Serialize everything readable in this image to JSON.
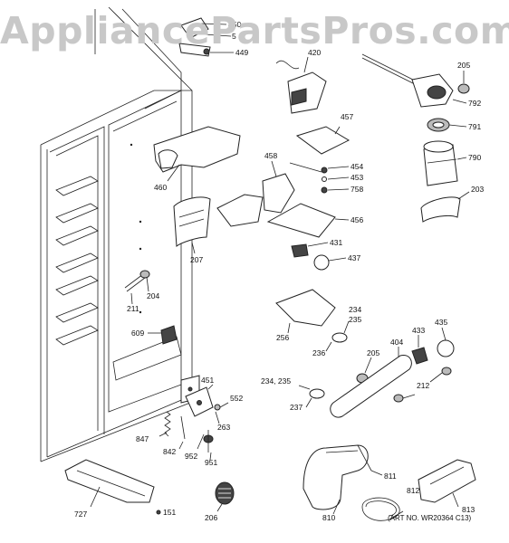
{
  "watermark": "AppliancePartsPros.com",
  "art_number": "(ART NO. WR20364 C13)",
  "callouts": [
    {
      "id": "450",
      "text": "450"
    },
    {
      "id": "5",
      "text": "5"
    },
    {
      "id": "449",
      "text": "449"
    },
    {
      "id": "420",
      "text": "420"
    },
    {
      "id": "205a",
      "text": "205"
    },
    {
      "id": "792",
      "text": "792"
    },
    {
      "id": "791",
      "text": "791"
    },
    {
      "id": "790",
      "text": "790"
    },
    {
      "id": "203",
      "text": "203"
    },
    {
      "id": "457",
      "text": "457"
    },
    {
      "id": "458",
      "text": "458"
    },
    {
      "id": "454",
      "text": "454"
    },
    {
      "id": "453",
      "text": "453"
    },
    {
      "id": "758",
      "text": "758"
    },
    {
      "id": "456",
      "text": "456"
    },
    {
      "id": "431",
      "text": "431"
    },
    {
      "id": "437",
      "text": "437"
    },
    {
      "id": "460",
      "text": "460"
    },
    {
      "id": "207",
      "text": "207"
    },
    {
      "id": "204",
      "text": "204"
    },
    {
      "id": "211",
      "text": "211"
    },
    {
      "id": "609",
      "text": "609"
    },
    {
      "id": "256",
      "text": "256"
    },
    {
      "id": "234a",
      "text": "234"
    },
    {
      "id": "235a",
      "text": "235"
    },
    {
      "id": "236",
      "text": "236"
    },
    {
      "id": "205b",
      "text": "205"
    },
    {
      "id": "404",
      "text": "404"
    },
    {
      "id": "433",
      "text": "433"
    },
    {
      "id": "435",
      "text": "435"
    },
    {
      "id": "234b",
      "text": "234, 235"
    },
    {
      "id": "212",
      "text": "212"
    },
    {
      "id": "237",
      "text": "237"
    },
    {
      "id": "451",
      "text": "451"
    },
    {
      "id": "552",
      "text": "552"
    },
    {
      "id": "263",
      "text": "263"
    },
    {
      "id": "847",
      "text": "847"
    },
    {
      "id": "842",
      "text": "842"
    },
    {
      "id": "952",
      "text": "952"
    },
    {
      "id": "951",
      "text": "951"
    },
    {
      "id": "811",
      "text": "811"
    },
    {
      "id": "812",
      "text": "812"
    },
    {
      "id": "813",
      "text": "813"
    },
    {
      "id": "810",
      "text": "810"
    },
    {
      "id": "727",
      "text": "727"
    },
    {
      "id": "151",
      "text": "151"
    },
    {
      "id": "206",
      "text": "206"
    }
  ]
}
